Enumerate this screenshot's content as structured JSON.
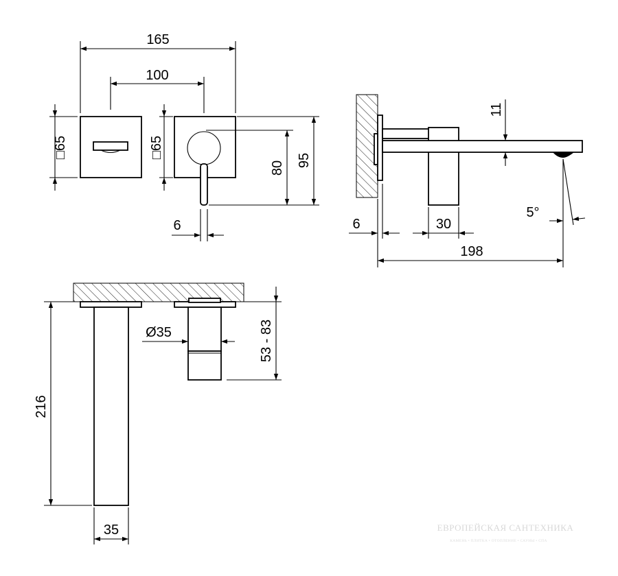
{
  "dimensions": {
    "top_width": "165",
    "top_spacing": "100",
    "left_plate": "□65",
    "right_plate": "□65",
    "lever_offset": "80",
    "plate_height": "95",
    "lever_width": "6",
    "spout_thickness": "11",
    "side_wall_gap": "6",
    "side_body": "30",
    "spout_angle": "5°",
    "spout_reach": "198",
    "spout_length": "216",
    "spout_width": "35",
    "cartridge_diameter": "Ø35",
    "install_depth": "53 - 83"
  },
  "watermark": {
    "title": "ЕВРОПЕЙСКАЯ САНТЕХНИКА",
    "subtitle": "КАМЕНЬ • ПЛИТКА • ОТОПЛЕНИЕ • САУНЫ • СПА"
  }
}
